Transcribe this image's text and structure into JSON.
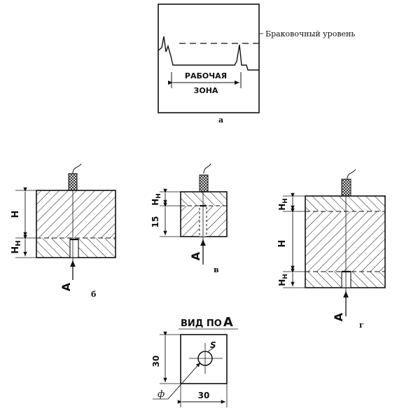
{
  "figure_a": {
    "reject_level_label": "Браковочный уровень",
    "zone_line1": "РАБОЧАЯ",
    "zone_line2": "ЗОНА",
    "caption": "а"
  },
  "figure_b": {
    "dim_upper": "Н",
    "dim_lower": "Н",
    "dim_lower_sub": "Н",
    "direction": "А",
    "caption": "б"
  },
  "figure_v": {
    "dim_upper": "Н",
    "dim_upper_sub": "Н",
    "dim_lower": "15",
    "direction": "А",
    "caption": "в"
  },
  "figure_g": {
    "dim_top": "Н",
    "dim_top_sub": "Н",
    "dim_middle": "Н",
    "dim_bottom": "Н",
    "dim_bottom_sub": "Н",
    "direction": "А",
    "caption": "г"
  },
  "view_a": {
    "title": "ВИД ПО",
    "title_letter": "А",
    "side_dim": "30",
    "bottom_dim": "30",
    "s_label": "S",
    "phi_label": "ф"
  }
}
